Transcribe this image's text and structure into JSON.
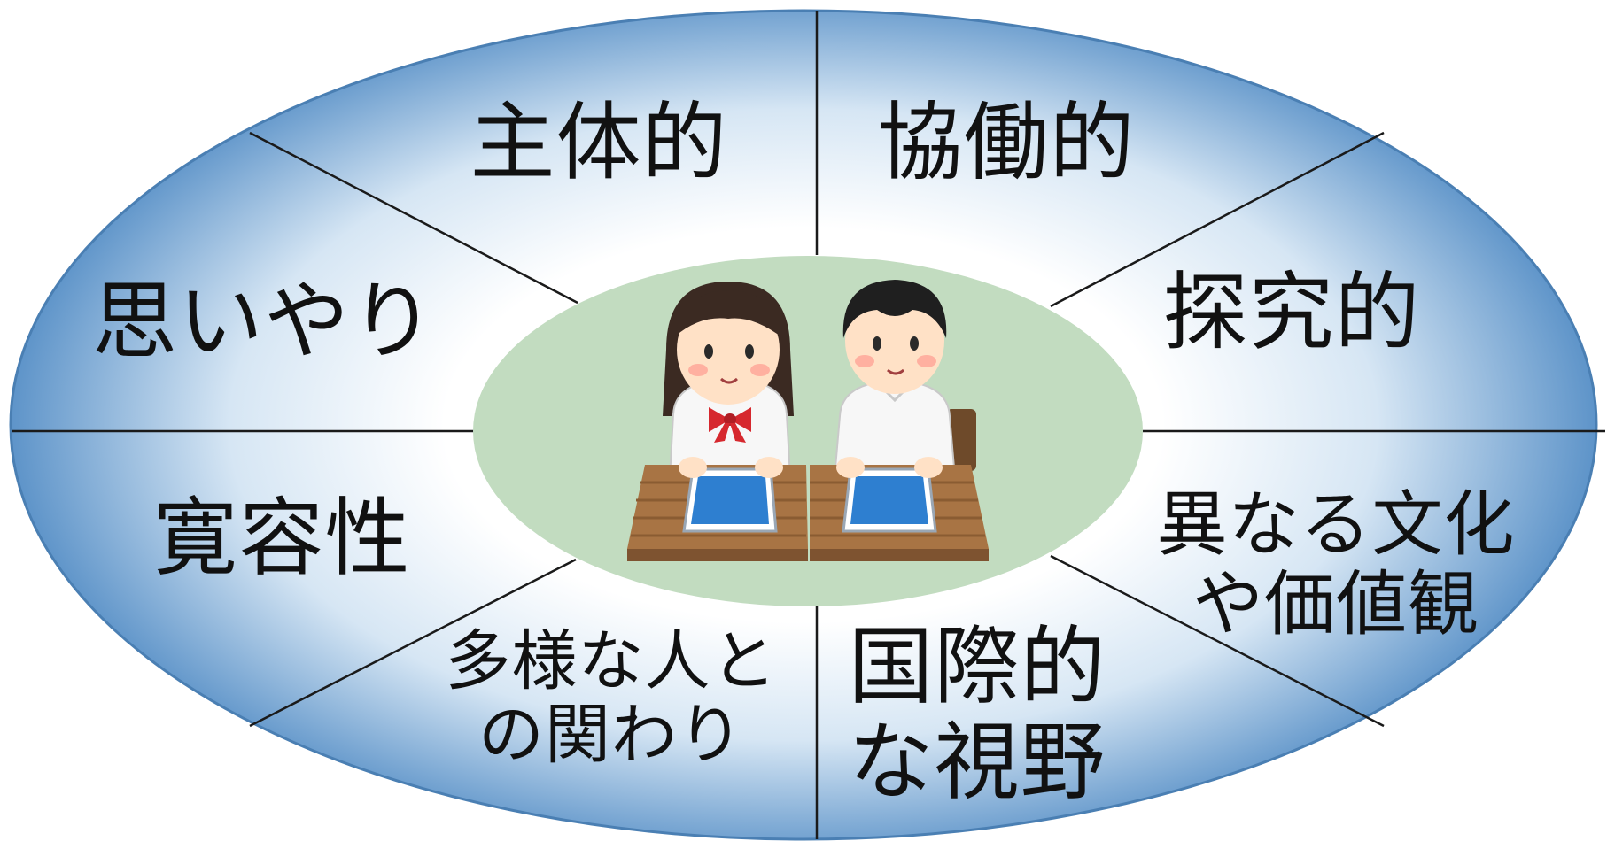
{
  "diagram": {
    "segments": [
      {
        "id": "top-left",
        "label": "主体的"
      },
      {
        "id": "top-right",
        "label": "協働的"
      },
      {
        "id": "upper-right",
        "label": "探究的"
      },
      {
        "id": "lower-right",
        "lines": [
          "異なる文化",
          "や価値観"
        ]
      },
      {
        "id": "bottom-right",
        "lines": [
          "国際的",
          "な視野"
        ]
      },
      {
        "id": "bottom-left",
        "lines": [
          "多様な人と",
          "の関わり"
        ]
      },
      {
        "id": "lower-left",
        "label": "寛容性"
      },
      {
        "id": "upper-left",
        "label": "思いやり"
      }
    ]
  },
  "colors": {
    "outer_edge": "#5b92c8",
    "outer_center": "#ffffff",
    "center_fill": "#c2dcc0",
    "divider": "#1a1a1a",
    "text": "#111111"
  },
  "icons": {
    "center": "students-with-tablets-illustration"
  }
}
